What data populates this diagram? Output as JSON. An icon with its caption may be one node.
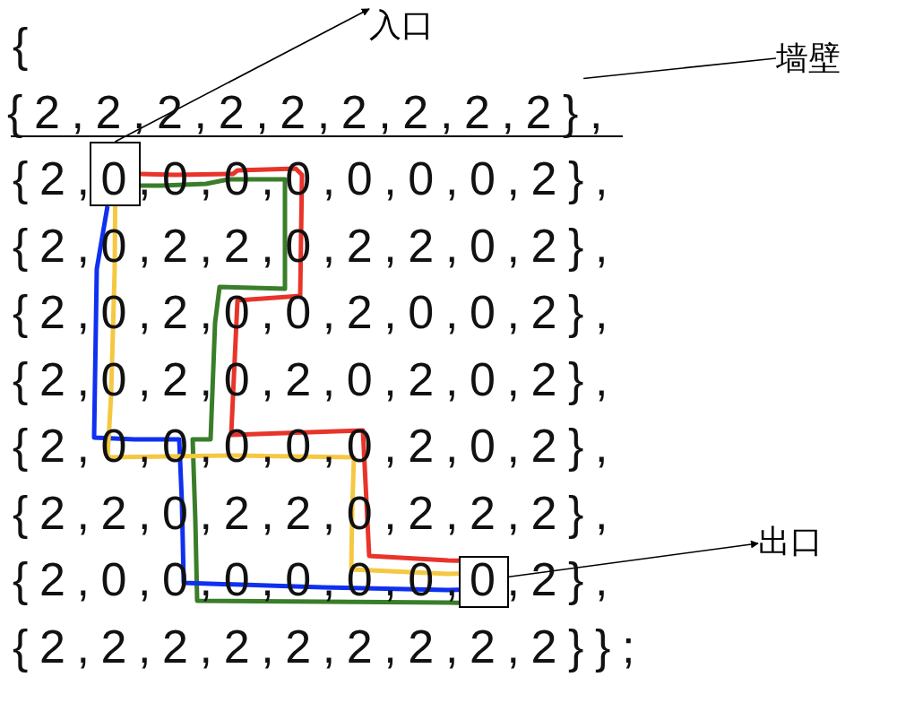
{
  "diagram": {
    "nodes": [
      {
        "text": [
          "入口"
        ]
      },
      {
        "text": [
          "墙壁"
        ]
      },
      {
        "text": [
          "{2,2,2,2,2,2,2,2,2},"
        ]
      },
      {
        "text": [],
        "shape": "box"
      },
      {
        "text": [],
        "shape": "box"
      },
      {
        "text": [
          "出口"
        ]
      }
    ],
    "edges": [
      {
        "from": 3,
        "to": 0,
        "arrow": "to"
      },
      {
        "from": 1,
        "to": 2,
        "arrow": "none"
      },
      {
        "from": 4,
        "to": 5,
        "arrow": "to"
      },
      {
        "from": 3,
        "to": 4,
        "arrow": "none",
        "color": "#e8342a"
      },
      {
        "from": 3,
        "to": 4,
        "arrow": "none",
        "color": "#3a7d2a"
      },
      {
        "from": 3,
        "to": 4,
        "arrow": "none",
        "color": "#1030f0"
      },
      {
        "from": 3,
        "to": 4,
        "arrow": "none",
        "color": "#f5c842"
      }
    ],
    "labels": [
      "{",
      "{2,0,0,0,0,0,0,0,2},",
      "{2,0,2,2,0,2,2,0,2},",
      "{2,0,2,0,0,2,0,0,2},",
      "{2,0,2,0,2,0,2,0,2},",
      "{2,0,0,0,0,0,2,0,2},",
      "{2,2,0,2,2,0,2,2,2},",
      "{2,0,0,0,0,0,0,0,2},",
      "{2,2,2,2,2,2,2,2,2}};"
    ]
  }
}
